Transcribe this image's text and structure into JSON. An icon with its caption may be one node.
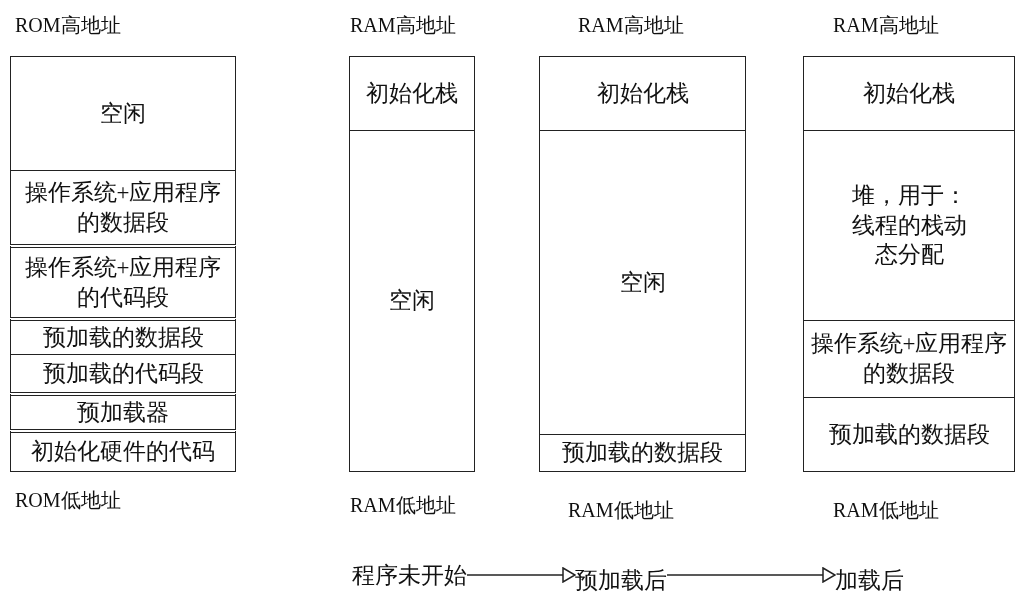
{
  "diagram": {
    "nodes": [
      {
        "text": [
          "空闲"
        ]
      },
      {
        "text": [
          "操作系统+应用程序的数据段"
        ]
      },
      {
        "text": [
          "操作系统+应用程序的代码段"
        ]
      },
      {
        "text": [
          "预加载的数据段"
        ]
      },
      {
        "text": [
          "预加载的代码段"
        ]
      },
      {
        "text": [
          "预加载器"
        ]
      },
      {
        "text": [
          "初始化硬件的代码"
        ]
      },
      {
        "text": [
          "初始化栈"
        ]
      },
      {
        "text": [
          "空闲"
        ]
      },
      {
        "text": [
          "初始化栈"
        ]
      },
      {
        "text": [
          "空闲"
        ]
      },
      {
        "text": [
          "预加载的数据段"
        ]
      },
      {
        "text": [
          "初始化栈"
        ]
      },
      {
        "text": [
          "堆，用于：线程的栈动态分配"
        ]
      },
      {
        "text": [
          "操作系统+应用程序的数据段"
        ]
      },
      {
        "text": [
          "预加载的数据段"
        ]
      },
      {
        "text": [
          "程序未开始"
        ]
      },
      {
        "text": [
          "预加载后"
        ]
      },
      {
        "text": [
          "加载后"
        ]
      }
    ],
    "edges": [
      {
        "from": 16,
        "to": 17,
        "arrow": "to"
      },
      {
        "from": 17,
        "to": 18,
        "arrow": "to"
      }
    ],
    "labels": [
      "ROM高地址",
      "RAM高地址",
      "RAM高地址",
      "RAM高地址",
      "ROM低地址",
      "RAM低地址",
      "RAM低地址",
      "RAM低地址"
    ]
  }
}
